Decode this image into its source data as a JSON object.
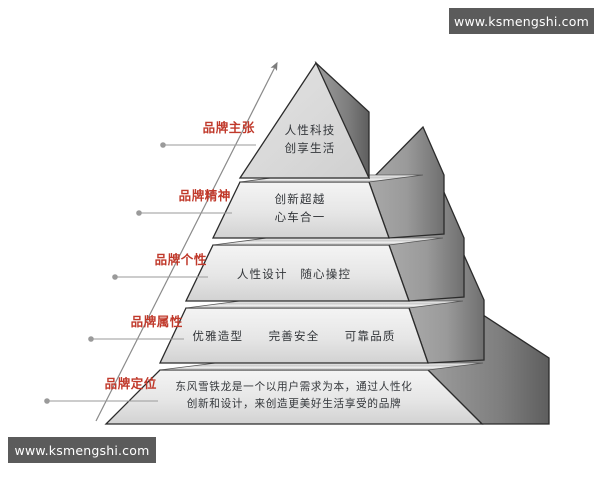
{
  "watermarks": {
    "top_right": "www.ksmengshi.com",
    "bottom_left": "www.ksmengshi.com"
  },
  "colors": {
    "label_red": "#c0392b",
    "tier_text": "#33363a",
    "watermark_bg": "#5b5b5b",
    "watermark_text": "#ffffff",
    "face_light": "#e8e8e8",
    "face_side_dark": "#8e8e8e",
    "outline": "#2b2b2b",
    "connector": "#9a9a9a"
  },
  "diagram": {
    "type": "pyramid",
    "direction": "bottom-to-top",
    "arrow": "upward-growth-arrow",
    "tiers": [
      {
        "index": 1,
        "position": "top",
        "label": "品牌主张",
        "lines": [
          "人性科技",
          "创享生活"
        ]
      },
      {
        "index": 2,
        "position": "upper-middle",
        "label": "品牌精神",
        "lines": [
          "创新超越",
          "心车合一"
        ]
      },
      {
        "index": 3,
        "position": "middle",
        "label": "品牌个性",
        "lines": [
          "人性设计　随心操控"
        ]
      },
      {
        "index": 4,
        "position": "lower-middle",
        "label": "品牌属性",
        "lines": [
          "优雅造型　　完善安全　　可靠品质"
        ]
      },
      {
        "index": 5,
        "position": "bottom",
        "label": "品牌定位",
        "lines": [
          "东风雪铁龙是一个以用户需求为本，通过人性化",
          "创新和设计，来创造更美好生活享受的品牌"
        ]
      }
    ]
  }
}
